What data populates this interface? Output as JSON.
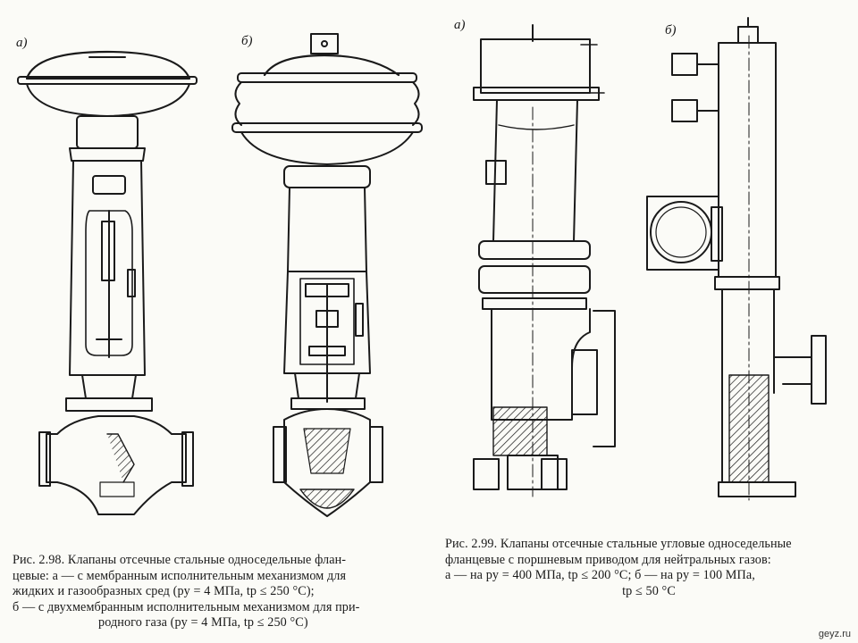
{
  "labels": {
    "fig98_a": "а)",
    "fig98_b": "б)",
    "fig99_a": "а)",
    "fig99_b": "б)"
  },
  "captions": {
    "fig98": {
      "lines": [
        "Рис. 2.98. Клапаны отсечные стальные односедельные флан-",
        "цевые: а — с мембранным исполнительным механизмом для",
        "жидких и газообразных сред (pу = 4 МПа, tр ≤ 250 °C);",
        "б — с двухмембранным исполнительным механизмом для при-",
        "родного газа (pу = 4 МПа, tр ≤ 250 °C)"
      ]
    },
    "fig99": {
      "lines": [
        "Рис. 2.99. Клапаны отсечные стальные угловые односедельные",
        "фланцевые с поршневым приводом для нейтральных газов:",
        "а — на pу = 400 МПа, tр ≤ 200 °C; б — на pу = 100 МПа,",
        "tр ≤ 50 °C"
      ]
    }
  },
  "watermark": "geyz.ru",
  "colors": {
    "ink": "#1a1a1a",
    "paper": "#fbfbf7"
  }
}
